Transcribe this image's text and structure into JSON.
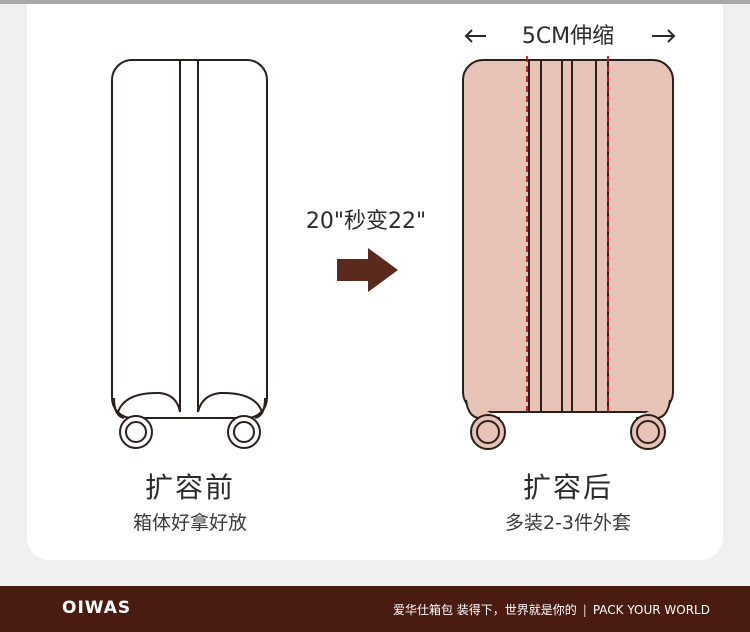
{
  "header": {
    "width_label": "5CM伸缩"
  },
  "middle": {
    "transform_label": "20\"秒变22\""
  },
  "before": {
    "title": "扩容前",
    "subtitle": "箱体好拿好放"
  },
  "after": {
    "title": "扩容后",
    "subtitle": "多装2-3件外套"
  },
  "footer": {
    "brand": "OIWAS",
    "slogan_cn": "爱华仕箱包 装得下，世界就是你的",
    "slogan_en": "PACK YOUR WORLD"
  },
  "colors": {
    "suitcase_fill": "#e6c3b6",
    "outline": "#2b1f1c",
    "arrow": "#5a2a1c",
    "dash": "#c0161c",
    "footer_bg": "#4a1b10"
  },
  "icons": [
    "arrow-left-icon",
    "arrow-right-icon",
    "big-right-arrow-icon",
    "elephant-logo-icon"
  ]
}
